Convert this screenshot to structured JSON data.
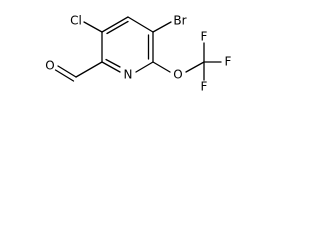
{
  "structure": {
    "atom_labels": {
      "cl": "Cl",
      "br": "Br",
      "o_carbonyl": "O",
      "n": "N",
      "o_ether": "O",
      "f1": "F",
      "f2": "F",
      "f3": "F"
    },
    "colors": {
      "bond": "#000000",
      "label": "#000000",
      "background": "#ffffff"
    }
  }
}
